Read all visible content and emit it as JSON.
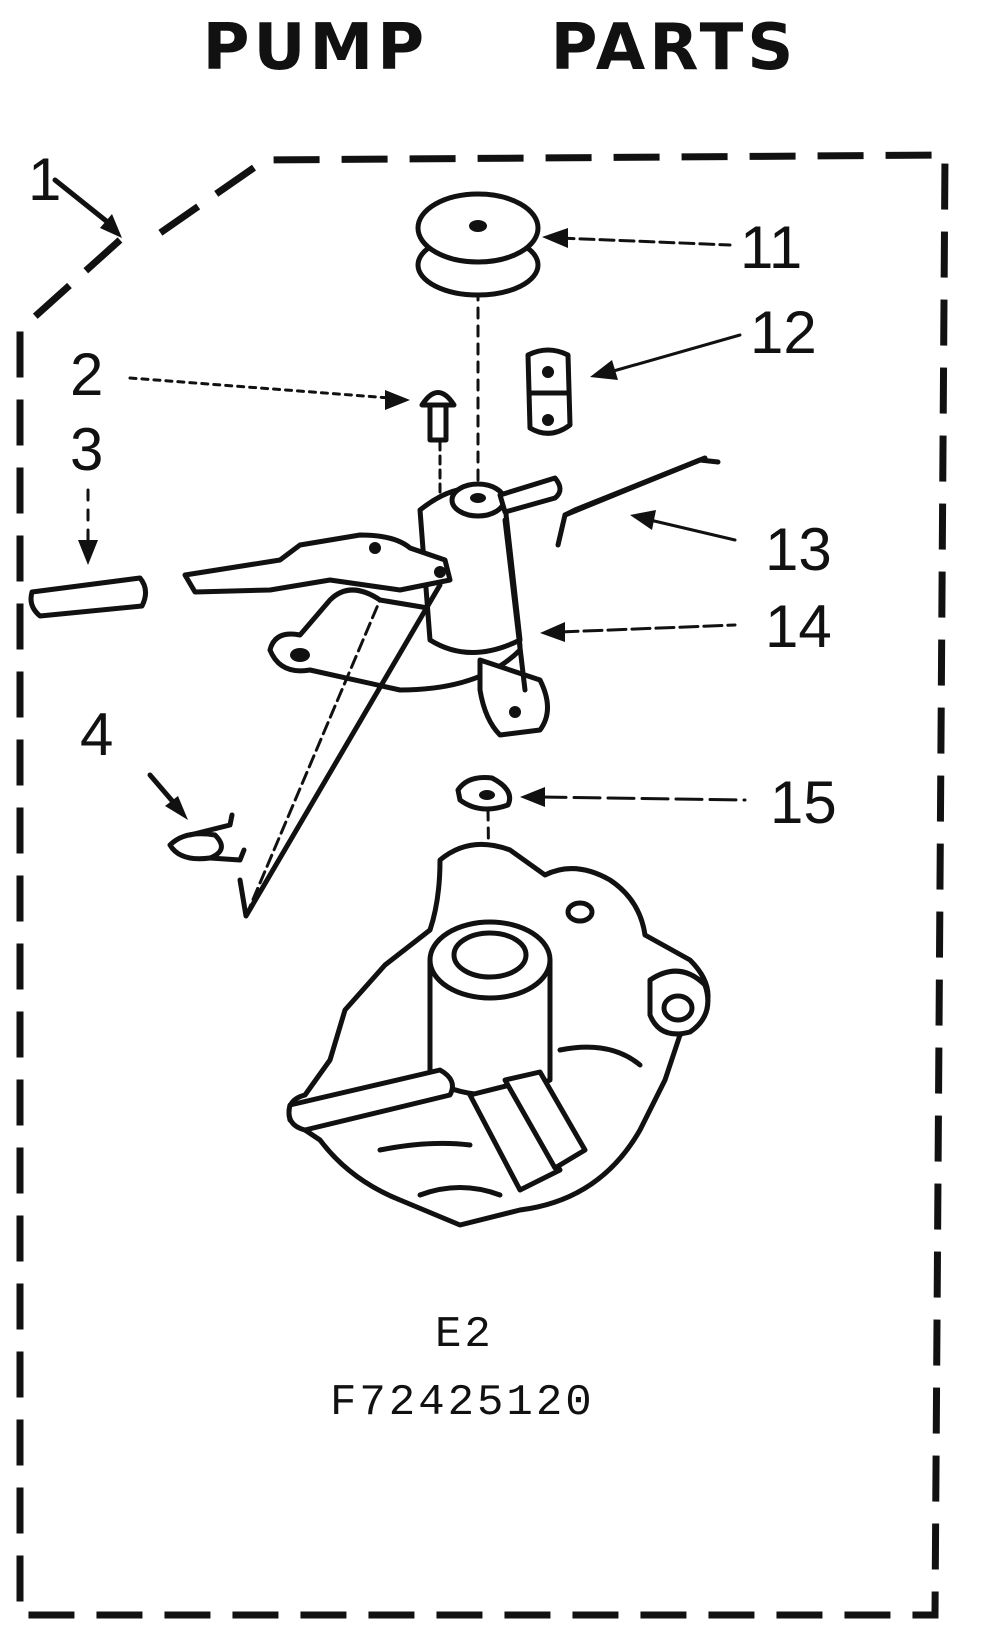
{
  "diagram": {
    "title_left": "PUMP",
    "title_right": "PARTS",
    "section_code": "E2",
    "part_number": "F72425120",
    "callouts": [
      "1",
      "2",
      "3",
      "4",
      "11",
      "12",
      "13",
      "14",
      "15"
    ]
  },
  "colors": {
    "ink": "#111111",
    "paper": "#ffffff"
  }
}
